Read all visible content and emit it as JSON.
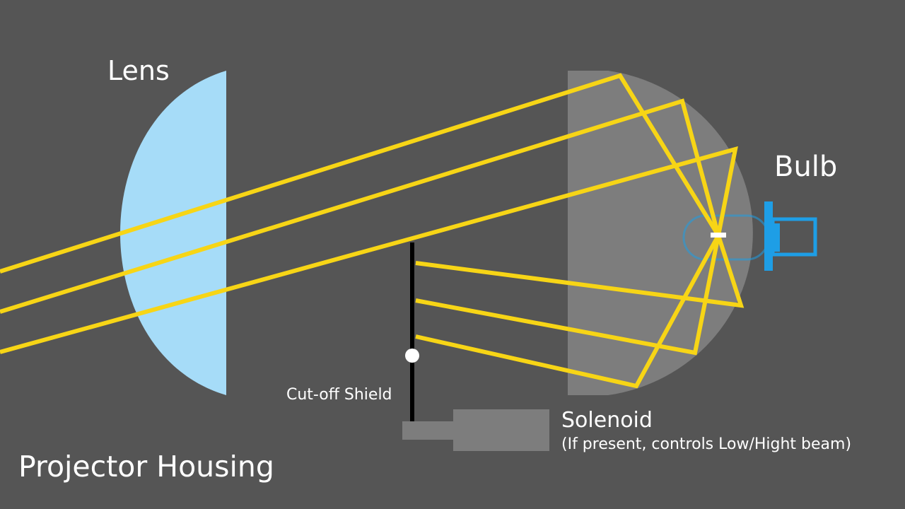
{
  "labels": {
    "lens": "Lens",
    "bulb": "Bulb",
    "cutoff_shield": "Cut-off Shield",
    "solenoid": "Solenoid",
    "solenoid_note": "(If present, controls Low/Hight beam)",
    "housing": "Projector Housing"
  },
  "colors": {
    "background": "#555555",
    "lens": "#a6dcf8",
    "reflector": "#7d7d7d",
    "light_ray": "#f7d516",
    "bulb": "#1e9ee6",
    "shield": "#000000",
    "solenoid": "#7d7d7d"
  }
}
